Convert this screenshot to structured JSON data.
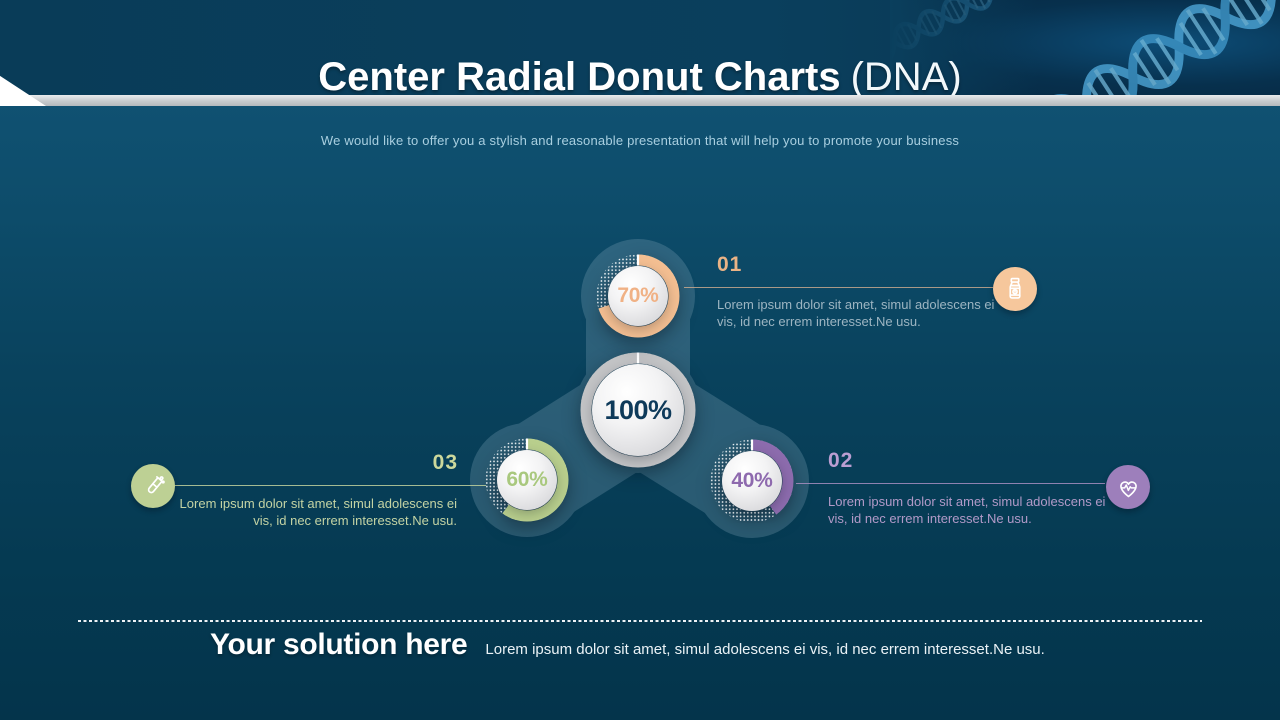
{
  "slide": {
    "title_bold": "Center Radial Donut Charts",
    "title_regular": "(DNA)",
    "subtitle": "We would like to offer you a stylish and reasonable presentation that will help you to promote your business",
    "footer_heading": "Your solution here",
    "footer_text": "Lorem ipsum dolor sit amet, simul adolescens ei vis, id nec errem interesset.Ne usu."
  },
  "colors": {
    "header_bg": "#0a3f5d",
    "body_top": "#105273",
    "body_bottom": "#04344b",
    "divider_bar": "#c7cbce",
    "blob": "#7da2b6",
    "dna": "#4fa8d8",
    "dash_line": "#eef3f6"
  },
  "chart_data": {
    "type": "radial-donut",
    "title": "Center Radial Donut Charts (DNA)",
    "legend_position": "none",
    "center": {
      "pct": "100%",
      "value": 100,
      "ring_color": "#c3c4c6",
      "pct_color": "#0e3a5a"
    },
    "items": [
      {
        "id": "01",
        "pct": "70%",
        "value": 70,
        "ring_color": "#f4bf92",
        "pct_color": "#f0b185",
        "label_color": "#eab386",
        "line_color": "#c7a88d",
        "desc_color": "#9db5c2",
        "icon": "medicine-bottle-icon",
        "icon_bg": "#f6c79c",
        "desc": "Lorem ipsum dolor sit amet, simul adolescens ei vis, id nec errem interesset.Ne usu."
      },
      {
        "id": "02",
        "pct": "40%",
        "value": 40,
        "ring_color": "#8d6cae",
        "pct_color": "#8e6aae",
        "label_color": "#bb9ed2",
        "line_color": "#a78ec0",
        "desc_color": "#b29ac8",
        "icon": "heart-pulse-icon",
        "icon_bg": "#9d7fbb",
        "desc": "Lorem ipsum dolor sit amet, simul adolescens ei vis, id nec errem interesset.Ne usu."
      },
      {
        "id": "03",
        "pct": "60%",
        "value": 60,
        "ring_color": "#b9cf8d",
        "pct_color": "#a9c87e",
        "label_color": "#ccd89c",
        "line_color": "#bfd19d",
        "desc_color": "#c3d3a4",
        "icon": "test-tube-icon",
        "icon_bg": "#bdd094",
        "desc": "Lorem ipsum dolor sit amet, simul adolescens ei vis, id nec errem interesset.Ne usu."
      }
    ]
  }
}
